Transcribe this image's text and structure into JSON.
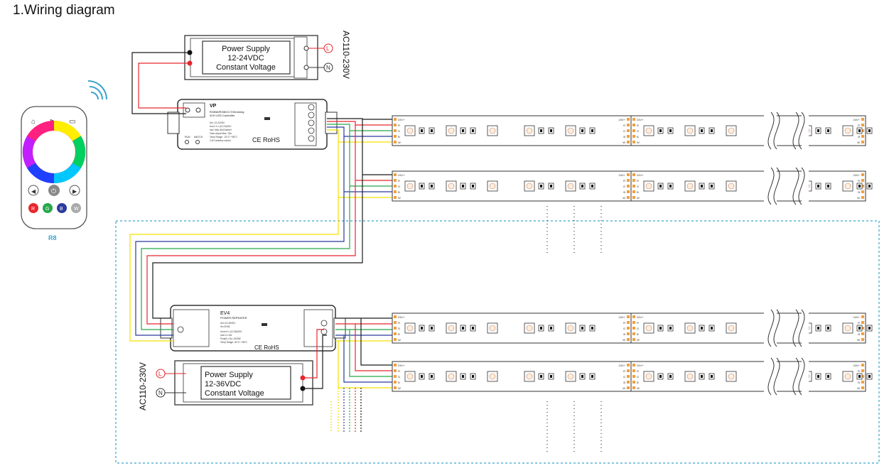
{
  "title": "1.Wiring diagram",
  "remote": {
    "name": "R8",
    "buttons": [
      "R",
      "G",
      "B",
      "W"
    ]
  },
  "psu_top": {
    "line1": "Power Supply",
    "line2": "12-24VDC",
    "line3": "Constant Voltage",
    "ac": "AC110-230V",
    "l": "L",
    "n": "N"
  },
  "psu_bottom": {
    "line1": "Power Supply",
    "line2": "12-36VDC",
    "line3": "Constant Voltage",
    "ac": "AC110-230V",
    "l": "L",
    "n": "N"
  },
  "vp": {
    "model": "VP",
    "desc1": "RGBW/RGB/CCT/Dimming",
    "desc2": "4CH LED Controller",
    "specs": [
      "Uin: 12-24VDC",
      "Uout: 4 x (12-24)VDC",
      "Iout: Max 6A/Channel",
      "Total output Max: 15A",
      "Temp Range: -20°C~+55°C",
      "2.4G wireless control"
    ],
    "cert": "CE RoHS",
    "buttons": [
      "RUN",
      "MATCH"
    ]
  },
  "ev4": {
    "model": "EV4",
    "desc": "POWER REPEATER",
    "specs": [
      "Uin=12-36VDC",
      "Iin=20.5A",
      "Uout=4 x (12-36)VDC",
      "Iout=4 x 5A",
      "Pout(4 x 5)=-1000W",
      "Temp Range:-30°C~+55°C"
    ],
    "cert": "CE RoHS"
  },
  "strip": {
    "plus": "24V+",
    "pins": [
      "R",
      "G",
      "B",
      "W"
    ]
  },
  "colors": {
    "red": "#e8262c",
    "green": "#26a84a",
    "blue": "#2b3a9e",
    "yellow": "#f5e000",
    "black": "#1a1a1a",
    "accent": "#3aa3c9"
  }
}
